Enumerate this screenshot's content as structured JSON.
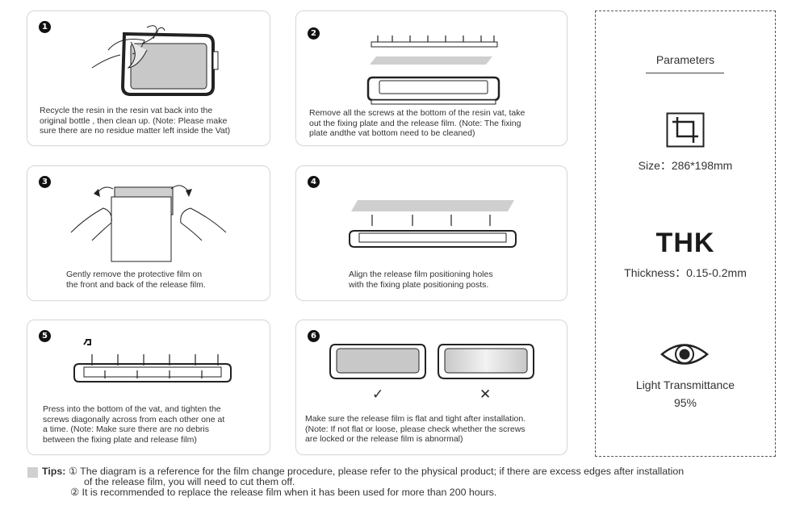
{
  "steps": [
    {
      "num": "1",
      "caption": "Recycle the resin in the resin vat back into the\noriginal bottle , then clean up. (Note: Please make\nsure there are no residue matter left inside the Vat)"
    },
    {
      "num": "2",
      "caption": "Remove all the screws at the bottom of the resin vat, take\nout the fixing plate and the release film. (Note: The fixing\nplate andthe vat bottom need to be cleaned)"
    },
    {
      "num": "3",
      "caption": "Gently remove the protective film on\nthe front and back of the release film."
    },
    {
      "num": "4",
      "caption": "Align the release film positioning holes\nwith the fixing plate positioning posts."
    },
    {
      "num": "5",
      "caption": "Press into the bottom of the vat, and tighten the\nscrews diagonally across from each other one at\na time. (Note: Make sure there are no debris\nbetween the fixing plate and release film)"
    },
    {
      "num": "6",
      "caption": "Make sure the release film is flat and tight after installation.\n(Note: If not flat or loose, please check whether the screws\nare locked or the release film is abnormal)"
    }
  ],
  "parameters": {
    "title": "Parameters",
    "size": "Size：286*198mm",
    "thk_label": "THK",
    "thickness": "Thickness：0.15-0.2mm",
    "light_label": "Light Transmittance",
    "light_value": "95%",
    "icons": [
      "crop-icon",
      "eye-icon"
    ]
  },
  "tips": {
    "label": "Tips:",
    "line1": "① The diagram is a reference for the film change procedure, please refer to the physical product; if there are excess edges after installation",
    "line1b": "of the release film, you will need to cut them off.",
    "line2": "② It is recommended to replace the release film when it has been used for more than 200 hours."
  },
  "marks": {
    "ok": "✓",
    "bad": "✕"
  },
  "colors": {
    "border": "#d8d8d8",
    "dashed": "#555555",
    "badge": "#111111"
  }
}
